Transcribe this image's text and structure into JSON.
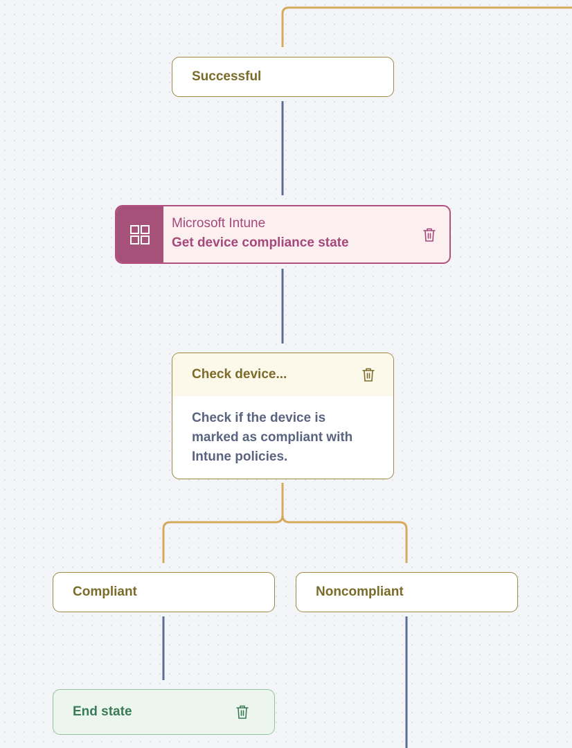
{
  "colors": {
    "branch_border": "#9c8845",
    "branch_text": "#7a6b2a",
    "connector_gold": "#d4aa5c",
    "connector_blue": "#5b6f93",
    "action_accent": "#a55179",
    "action_bg": "#fcefef",
    "end_border": "#8fc3a3",
    "end_text": "#3a7a56"
  },
  "flow": {
    "successful_label": "Successful",
    "action": {
      "app": "Microsoft Intune",
      "title": "Get device compliance state",
      "icon": "grid-app-icon",
      "delete_icon": "trash-icon"
    },
    "condition": {
      "title": "Check device...",
      "description": "Check if the device is marked as compliant with Intune policies.",
      "delete_icon": "trash-icon"
    },
    "branches": {
      "compliant_label": "Compliant",
      "noncompliant_label": "Noncompliant"
    },
    "end_state": {
      "label": "End state",
      "delete_icon": "trash-icon"
    }
  }
}
